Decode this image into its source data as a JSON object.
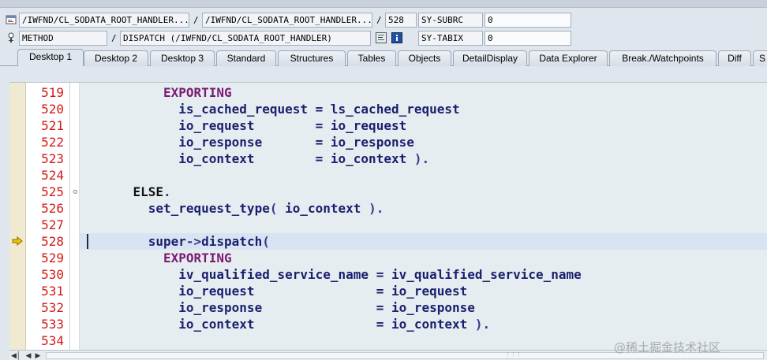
{
  "header": {
    "row1": {
      "program": "/IWFND/CL_SODATA_ROOT_HANDLER...",
      "include": "/IWFND/CL_SODATA_ROOT_HANDLER...",
      "line": "528",
      "sysvar_name": "SY-SUBRC",
      "sysvar_value": "0"
    },
    "row2": {
      "event_type": "METHOD",
      "event": "DISPATCH (/IWFND/CL_SODATA_ROOT_HANDLER)",
      "sysvar_name": "SY-TABIX",
      "sysvar_value": "0"
    },
    "separator": "/"
  },
  "tabs": [
    {
      "label": "Desktop 1",
      "active": true
    },
    {
      "label": "Desktop 2"
    },
    {
      "label": "Desktop 3"
    },
    {
      "label": "Standard"
    },
    {
      "label": "Structures"
    },
    {
      "label": "Tables"
    },
    {
      "label": "Objects"
    },
    {
      "label": "DetailDisplay"
    },
    {
      "label": "Data Explorer"
    },
    {
      "label": "Break./Watchpoints"
    },
    {
      "label": "Diff"
    },
    {
      "label": "S"
    }
  ],
  "code": {
    "current_line": "528",
    "lines": [
      {
        "n": "519",
        "indent": "      ",
        "parts": [
          {
            "t": "EXPORTING",
            "k": "kw"
          }
        ]
      },
      {
        "n": "520",
        "indent": "        ",
        "parts": [
          {
            "t": "is_cached_request = ls_cached_request"
          }
        ]
      },
      {
        "n": "521",
        "indent": "        ",
        "parts": [
          {
            "t": "io_request        = io_request"
          }
        ]
      },
      {
        "n": "522",
        "indent": "        ",
        "parts": [
          {
            "t": "io_response       = io_response"
          }
        ]
      },
      {
        "n": "523",
        "indent": "        ",
        "parts": [
          {
            "t": "io_context        = io_context "
          },
          {
            "t": ").",
            "k": "punc"
          }
        ]
      },
      {
        "n": "524",
        "indent": "",
        "parts": []
      },
      {
        "n": "525",
        "indent": "  ",
        "parts": [
          {
            "t": "ELSE",
            "k": "kw-dark"
          },
          {
            "t": ".",
            "k": "punc"
          }
        ]
      },
      {
        "n": "526",
        "indent": "    ",
        "parts": [
          {
            "t": "set_request_type"
          },
          {
            "t": "( ",
            "k": "punc"
          },
          {
            "t": "io_context "
          },
          {
            "t": ").",
            "k": "punc"
          }
        ]
      },
      {
        "n": "527",
        "indent": "",
        "parts": []
      },
      {
        "n": "528",
        "indent": "    ",
        "parts": [
          {
            "t": "super"
          },
          {
            "t": "->",
            "k": "punc"
          },
          {
            "t": "dispatch"
          },
          {
            "t": "(",
            "k": "punc"
          }
        ]
      },
      {
        "n": "529",
        "indent": "      ",
        "parts": [
          {
            "t": "EXPORTING",
            "k": "kw"
          }
        ]
      },
      {
        "n": "530",
        "indent": "        ",
        "parts": [
          {
            "t": "iv_qualified_service_name = iv_qualified_service_name"
          }
        ]
      },
      {
        "n": "531",
        "indent": "        ",
        "parts": [
          {
            "t": "io_request                = io_request"
          }
        ]
      },
      {
        "n": "532",
        "indent": "        ",
        "parts": [
          {
            "t": "io_response               = io_response"
          }
        ]
      },
      {
        "n": "533",
        "indent": "        ",
        "parts": [
          {
            "t": "io_context                = io_context "
          },
          {
            "t": ").",
            "k": "punc"
          }
        ]
      },
      {
        "n": "534",
        "indent": "",
        "parts": []
      }
    ]
  },
  "icons": {
    "row1": "program-icon",
    "row2": "method-icon",
    "source": "source-code-icon",
    "info": "info-icon",
    "current": "current-line-arrow-icon"
  },
  "colors": {
    "keyword": "#7a1b72",
    "identifier": "#1b1f6e",
    "line_number": "#d21a1a",
    "current_marker": "#f2c300"
  },
  "watermark": "@稀土掘金技术社区"
}
